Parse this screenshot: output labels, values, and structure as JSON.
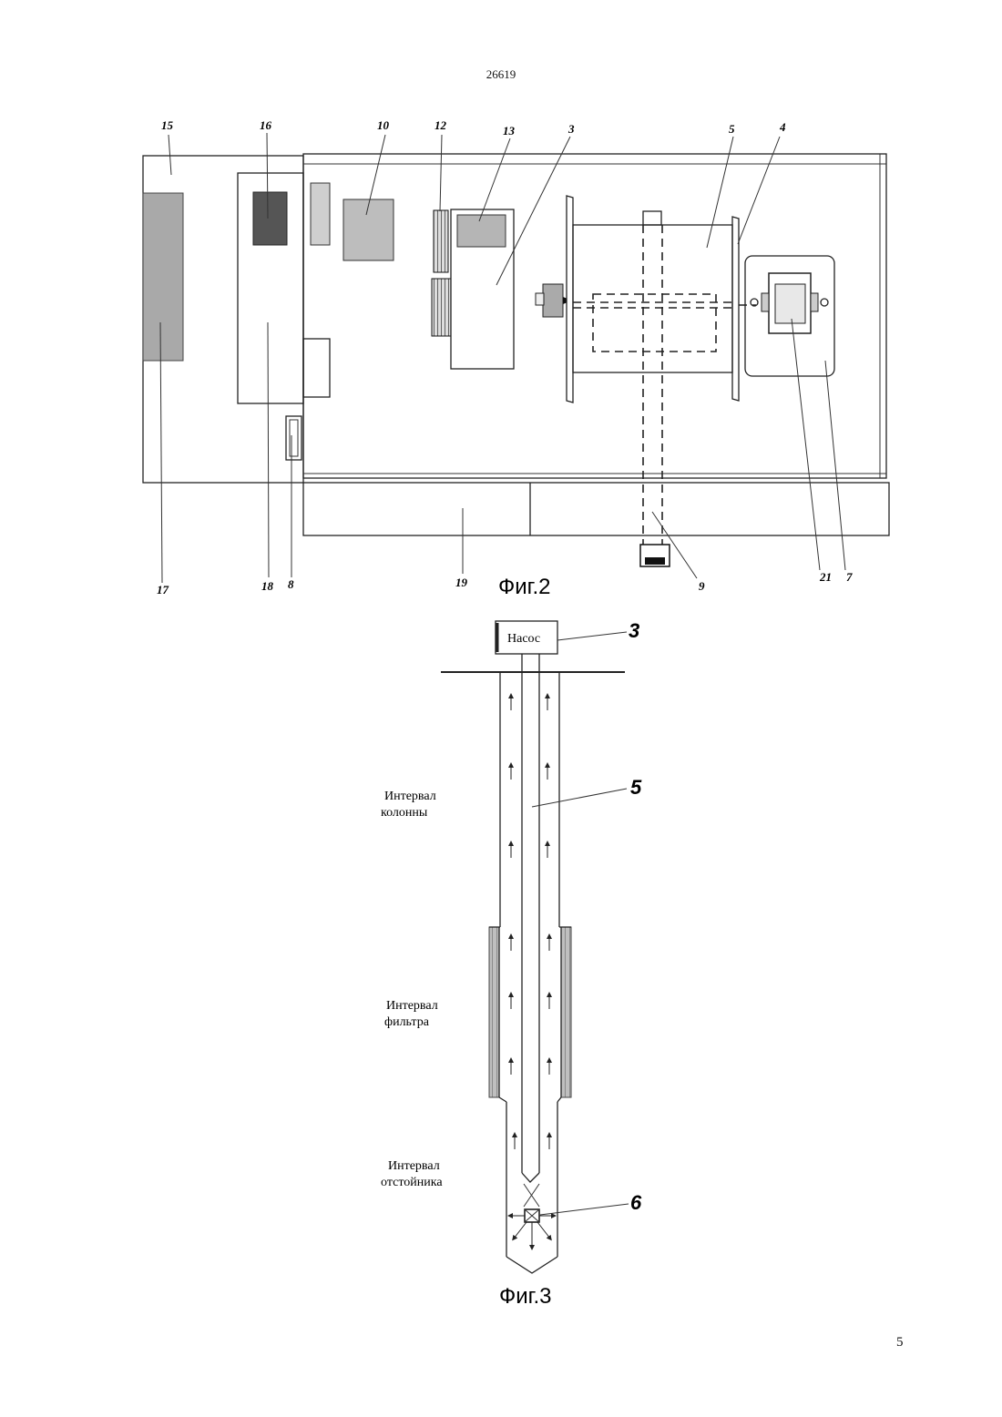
{
  "header": {
    "doc_number": "26619"
  },
  "footer": {
    "page_number": "5"
  },
  "fig2": {
    "caption": "Фиг.2",
    "labels": {
      "l15": "15",
      "l16": "16",
      "l10": "10",
      "l12": "12",
      "l13": "13",
      "l3": "3",
      "l5": "5",
      "l4": "4",
      "l17": "17",
      "l18": "18",
      "l8": "8",
      "l19": "19",
      "l9": "9",
      "l21": "21",
      "l7": "7"
    }
  },
  "fig3": {
    "caption": "Фиг.3",
    "pump_label": "Насос",
    "labels": {
      "l3": "3",
      "l5": "5",
      "l6": "6"
    },
    "intervals": {
      "column_l1": "Интервал",
      "column_l2": "колонны",
      "filter_l1": "Интервал",
      "filter_l2": "фильтра",
      "sump_l1": "Интервал",
      "sump_l2": "отстойника"
    }
  }
}
